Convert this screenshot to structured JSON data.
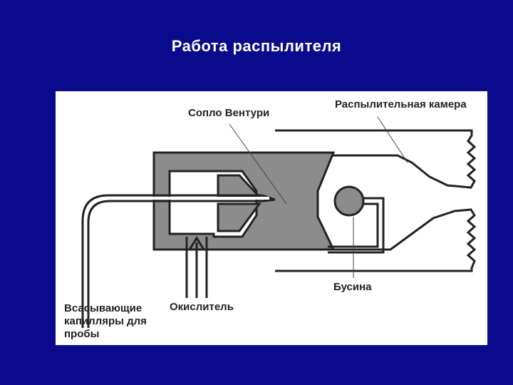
{
  "slide": {
    "title": "Работа распылителя"
  },
  "diagram": {
    "labels": {
      "venturi_nozzle": "Сопло Вентури",
      "spray_chamber": "Распылительная камера",
      "bead": "Бусина",
      "oxidant": "Окислитель",
      "capillary_line1": "Всасывающие",
      "capillary_line2": "капилляры для",
      "capillary_line3": "пробы"
    },
    "colors": {
      "background": "#0a0a8c",
      "panel": "#ffffff",
      "body_fill": "#8c8c8c",
      "line": "#222222"
    }
  }
}
